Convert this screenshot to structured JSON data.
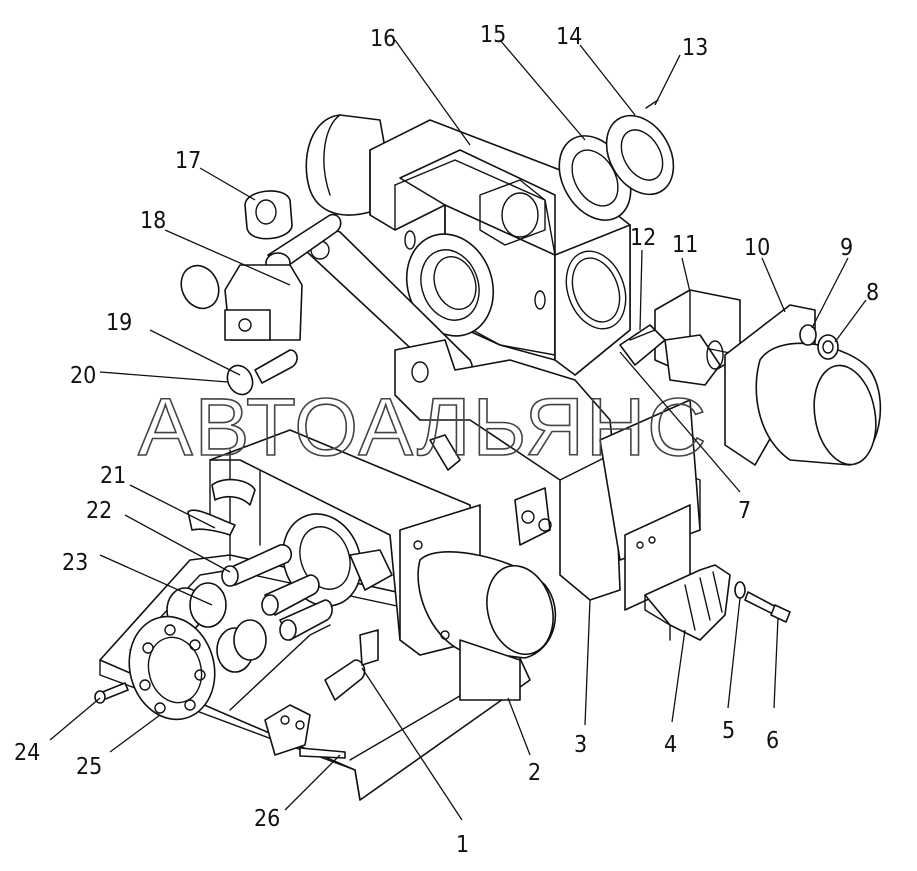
{
  "watermark": "АВТОАЛЬЯНС",
  "callouts": [
    {
      "id": "1",
      "label": "1"
    },
    {
      "id": "2",
      "label": "2"
    },
    {
      "id": "3",
      "label": "3"
    },
    {
      "id": "4",
      "label": "4"
    },
    {
      "id": "5",
      "label": "5"
    },
    {
      "id": "6",
      "label": "6"
    },
    {
      "id": "7",
      "label": "7"
    },
    {
      "id": "8",
      "label": "8"
    },
    {
      "id": "9",
      "label": "9"
    },
    {
      "id": "10",
      "label": "10"
    },
    {
      "id": "11",
      "label": "11"
    },
    {
      "id": "12",
      "label": "12"
    },
    {
      "id": "13",
      "label": "13"
    },
    {
      "id": "14",
      "label": "14"
    },
    {
      "id": "15",
      "label": "15"
    },
    {
      "id": "16",
      "label": "16"
    },
    {
      "id": "17",
      "label": "17"
    },
    {
      "id": "18",
      "label": "18"
    },
    {
      "id": "19",
      "label": "19"
    },
    {
      "id": "20",
      "label": "20"
    },
    {
      "id": "21",
      "label": "21"
    },
    {
      "id": "22",
      "label": "22"
    },
    {
      "id": "23",
      "label": "23"
    },
    {
      "id": "24",
      "label": "24"
    },
    {
      "id": "25",
      "label": "25"
    },
    {
      "id": "26",
      "label": "26"
    }
  ]
}
